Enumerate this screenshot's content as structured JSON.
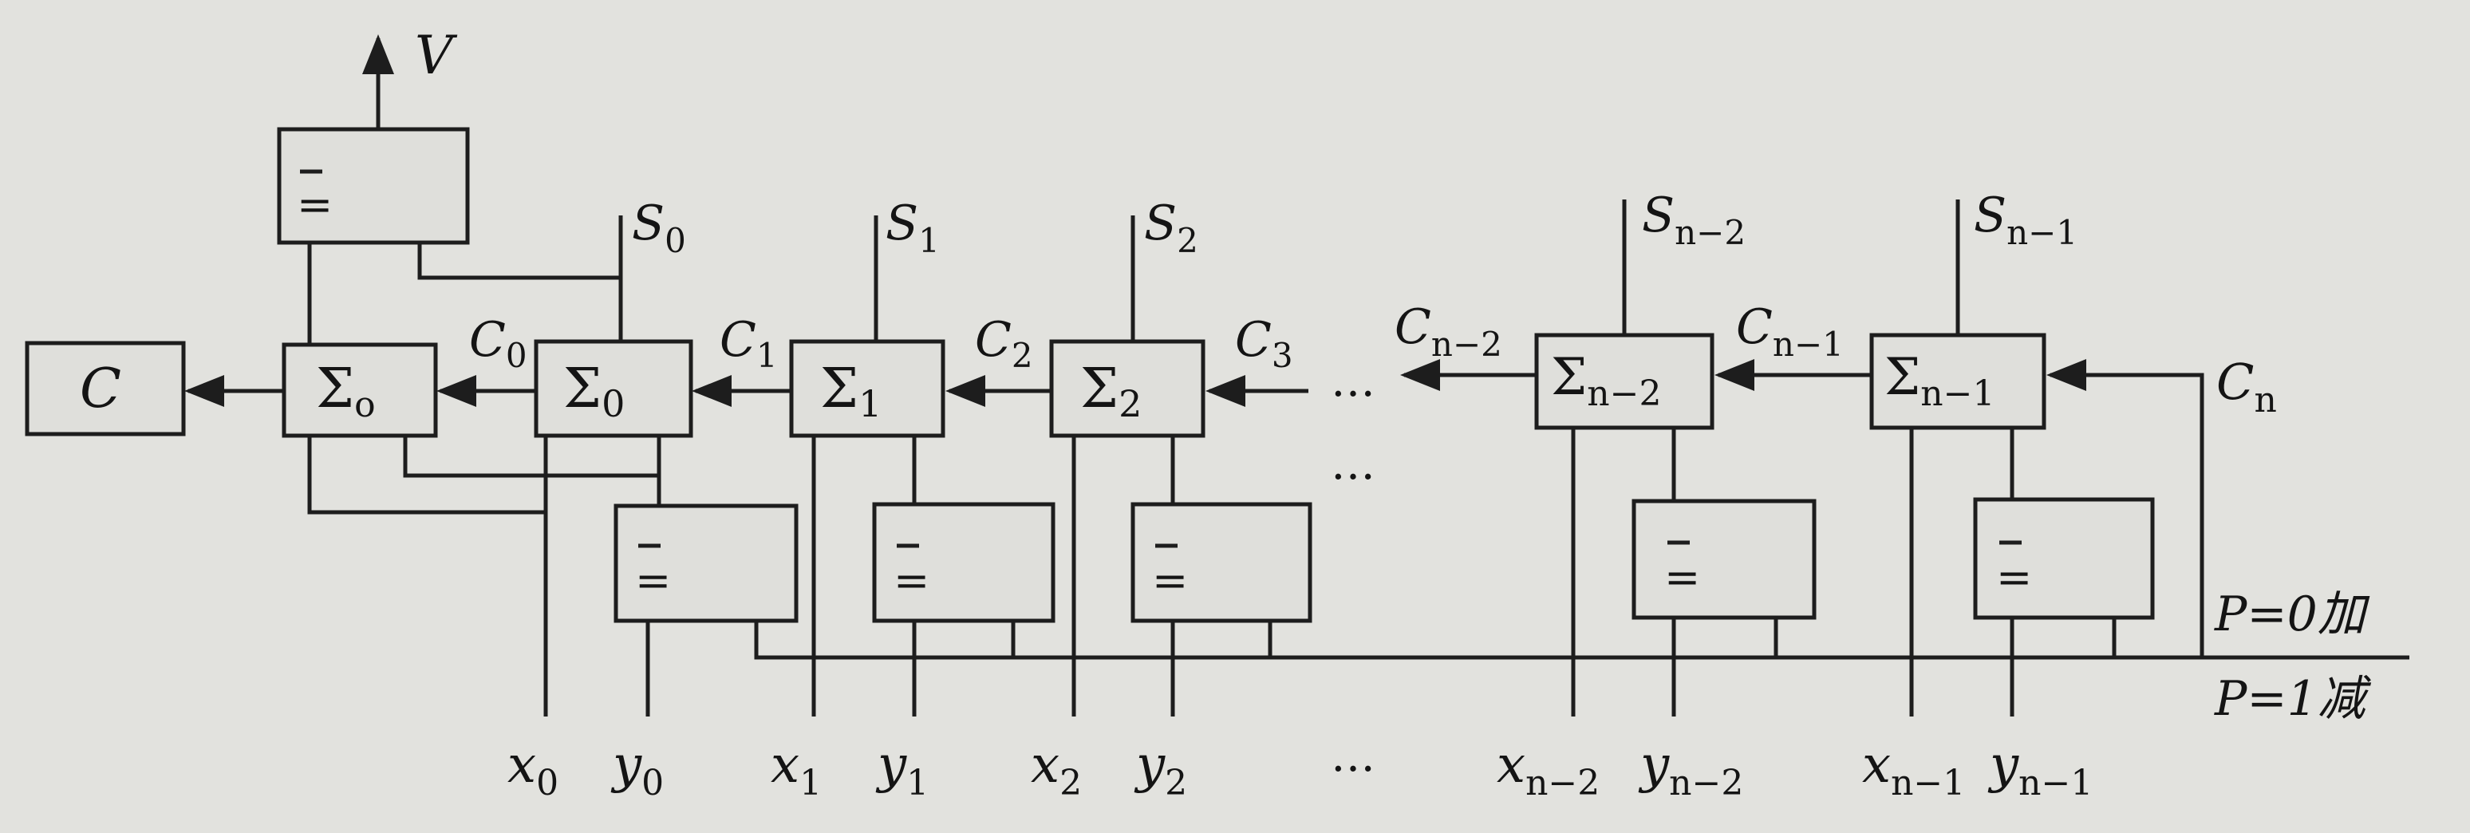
{
  "overflow_label": "V",
  "carry_out_label": "C",
  "xnor_symbol": "=",
  "sigma_symbol": "Σ",
  "sign_adder_subscript": "o",
  "carry_in_label": "C",
  "carry_in_subscript": "n",
  "ellipsis": "…",
  "mode_add": "P=0加",
  "mode_sub": "P=1减",
  "stages": [
    {
      "adder_sub": "0",
      "sum": "S",
      "sum_sub": "0",
      "carry": "C",
      "carry_sub": "0",
      "x": "x",
      "x_sub": "0",
      "y": "y",
      "y_sub": "0"
    },
    {
      "adder_sub": "1",
      "sum": "S",
      "sum_sub": "1",
      "carry": "C",
      "carry_sub": "1",
      "x": "x",
      "x_sub": "1",
      "y": "y",
      "y_sub": "1"
    },
    {
      "adder_sub": "2",
      "sum": "S",
      "sum_sub": "2",
      "carry": "C",
      "carry_sub": "2",
      "x": "x",
      "x_sub": "2",
      "y": "y",
      "y_sub": "2"
    },
    {
      "adder_sub": "n−2",
      "sum": "S",
      "sum_sub": "n−2",
      "carry": "C",
      "carry_sub": "n−2",
      "x": "x",
      "x_sub": "n−2",
      "y": "y",
      "y_sub": "n−2"
    },
    {
      "adder_sub": "n−1",
      "sum": "S",
      "sum_sub": "n−1",
      "carry": "C",
      "carry_sub": "n−1",
      "x": "x",
      "x_sub": "n−1",
      "y": "y",
      "y_sub": "n−1"
    }
  ],
  "extra_carry": {
    "label": "C",
    "sub": "3"
  }
}
